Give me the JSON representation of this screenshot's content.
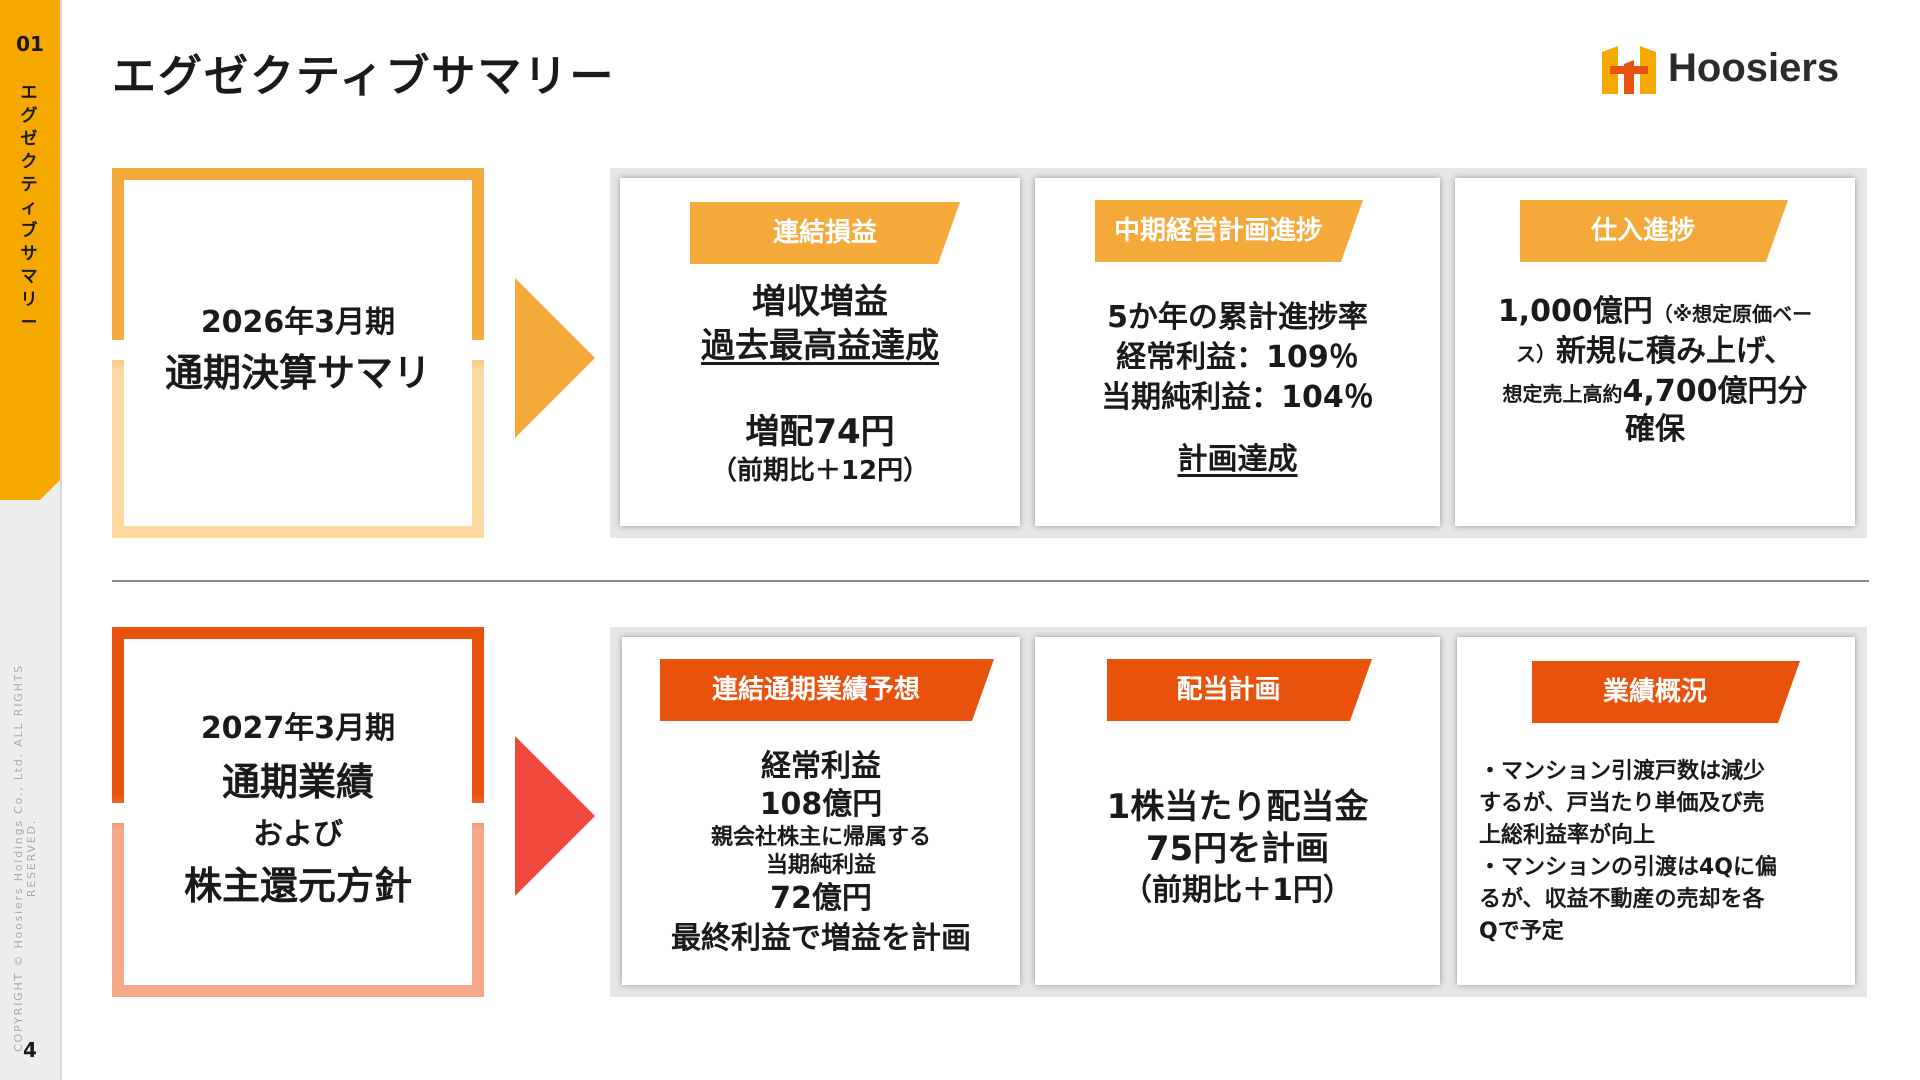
{
  "rail": {
    "section_number": "01",
    "section_title_chars": [
      "エ",
      "グ",
      "ゼ",
      "ク",
      "テ",
      "ィ",
      "ブ",
      "サ",
      "マ",
      "リ",
      "ー"
    ],
    "copyright": "COPYRIGHT © Hoosiers Holdings Co., Ltd. ALL RIGHTS RESERVED.",
    "page_number": "4"
  },
  "header": {
    "title": "エグゼクティブサマリー",
    "logo_text": "Hoosiers"
  },
  "colors": {
    "accent_yellow": "#f5a800",
    "accent_orange": "#f5a93a",
    "accent_orange_light": "#fbd9a0",
    "accent_red": "#e8520d",
    "accent_red_light": "#f5a98a",
    "arrow_red": "#f0483a"
  },
  "section1": {
    "period": "2026年3月期",
    "heading": "通期決算サマリ",
    "cards": [
      {
        "tag": "連結損益",
        "line1": "増収増益",
        "line2": "過去最高益達成",
        "line3": "増配74円",
        "line4": "（前期比＋12円）"
      },
      {
        "tag": "中期経営計画進捗",
        "line1": "5か年の累計進捗率",
        "line2": "経常利益：109％",
        "line3": "当期純利益：104％",
        "line4": "計画達成"
      },
      {
        "tag": "仕入進捗",
        "line1a": "1,000億円",
        "line1b": "（※想定原価ベー",
        "line2a": "ス）",
        "line2b": "新規に積み上げ、",
        "line3a": "想定売上高約",
        "line3b": "4,700億円分",
        "line4": "確保"
      }
    ]
  },
  "section2": {
    "period": "2027年3月期",
    "heading1": "通期業績",
    "connector": "および",
    "heading2": "株主還元方針",
    "cards": [
      {
        "tag": "連結通期業績予想",
        "line1": "経常利益",
        "line2": "108億円",
        "line3": "親会社株主に帰属する",
        "line4": "当期純利益",
        "line5": "72億円",
        "line6": "最終利益で増益を計画"
      },
      {
        "tag": "配当計画",
        "line1": "1株当たり配当金",
        "line2": "75円を計画",
        "line3": "（前期比＋1円）"
      },
      {
        "tag": "業績概況",
        "line1": "・マンション引渡戸数は減少",
        "line2": "するが、戸当たり単価及び売",
        "line3": "上総利益率が向上",
        "line4": "・マンションの引渡は4Qに偏",
        "line5": "るが、収益不動産の売却を各",
        "line6": "Qで予定"
      }
    ]
  }
}
